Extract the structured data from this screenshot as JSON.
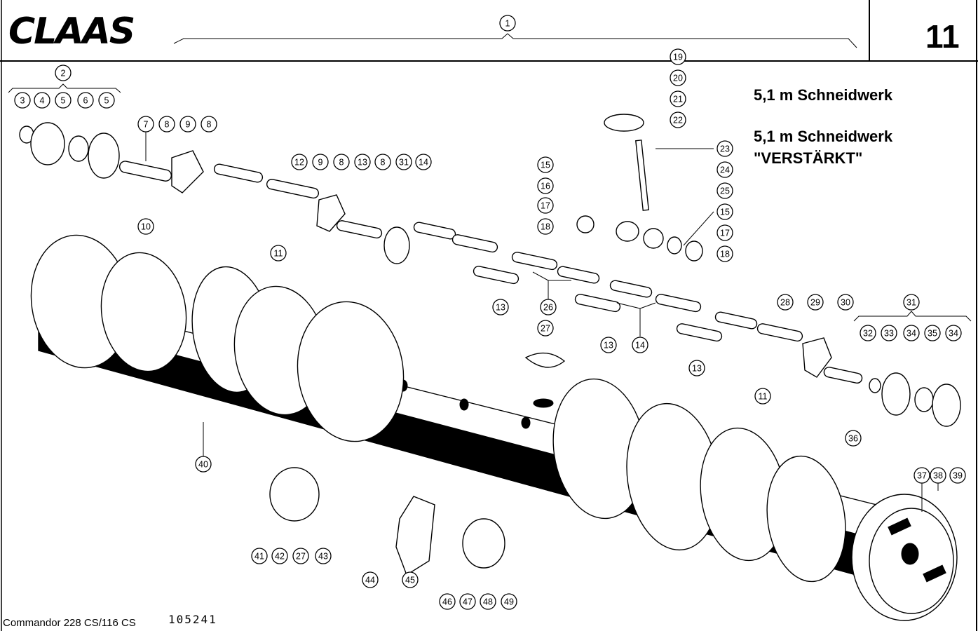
{
  "header": {
    "brand_logo": "CLAAS",
    "page_number": "11"
  },
  "captions": {
    "line1": "5,1 m Schneidwerk",
    "line2a": "5,1 m Schneidwerk",
    "line2b": "\"VERSTÄRKT\""
  },
  "footer": {
    "model": "Commandor  228 CS/116 CS",
    "code": "105241"
  },
  "callouts": [
    {
      "n": "1"
    },
    {
      "n": "2"
    },
    {
      "n": "3"
    },
    {
      "n": "4"
    },
    {
      "n": "5"
    },
    {
      "n": "6"
    },
    {
      "n": "5"
    },
    {
      "n": "7"
    },
    {
      "n": "8"
    },
    {
      "n": "9"
    },
    {
      "n": "8"
    },
    {
      "n": "10"
    },
    {
      "n": "12"
    },
    {
      "n": "9"
    },
    {
      "n": "8"
    },
    {
      "n": "13"
    },
    {
      "n": "8"
    },
    {
      "n": "31"
    },
    {
      "n": "14"
    },
    {
      "n": "11"
    },
    {
      "n": "19"
    },
    {
      "n": "20"
    },
    {
      "n": "21"
    },
    {
      "n": "22"
    },
    {
      "n": "23"
    },
    {
      "n": "24"
    },
    {
      "n": "25"
    },
    {
      "n": "15"
    },
    {
      "n": "16"
    },
    {
      "n": "17"
    },
    {
      "n": "18"
    },
    {
      "n": "15"
    },
    {
      "n": "17"
    },
    {
      "n": "18"
    },
    {
      "n": "13"
    },
    {
      "n": "26"
    },
    {
      "n": "27"
    },
    {
      "n": "13"
    },
    {
      "n": "14"
    },
    {
      "n": "13"
    },
    {
      "n": "28"
    },
    {
      "n": "29"
    },
    {
      "n": "30"
    },
    {
      "n": "31"
    },
    {
      "n": "32"
    },
    {
      "n": "33"
    },
    {
      "n": "34"
    },
    {
      "n": "35"
    },
    {
      "n": "34"
    },
    {
      "n": "11"
    },
    {
      "n": "36"
    },
    {
      "n": "37"
    },
    {
      "n": "38"
    },
    {
      "n": "39"
    },
    {
      "n": "40"
    },
    {
      "n": "41"
    },
    {
      "n": "42"
    },
    {
      "n": "27"
    },
    {
      "n": "43"
    },
    {
      "n": "44"
    },
    {
      "n": "45"
    },
    {
      "n": "46"
    },
    {
      "n": "47"
    },
    {
      "n": "48"
    },
    {
      "n": "49"
    }
  ]
}
